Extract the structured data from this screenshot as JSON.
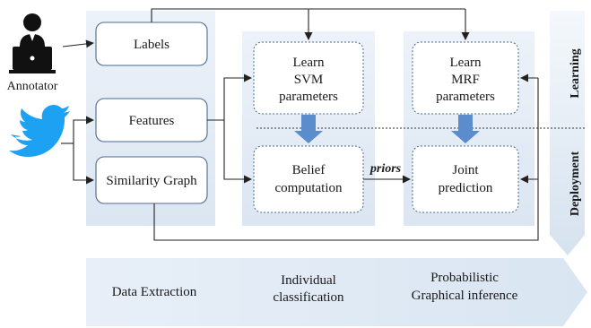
{
  "actors": {
    "annotator_label": "Annotator",
    "annotator_icon": "person-with-laptop-icon",
    "source_icon": "twitter-bird-icon"
  },
  "boxes": {
    "labels": "Labels",
    "features": "Features",
    "similarity_graph": "Similarity Graph",
    "learn_svm": [
      "Learn",
      "SVM",
      "parameters"
    ],
    "belief": [
      "Belief",
      "computation"
    ],
    "learn_mrf": [
      "Learn",
      "MRF",
      "parameters"
    ],
    "joint": [
      "Joint",
      "prediction"
    ]
  },
  "edge_labels": {
    "priors": "priors"
  },
  "phases": {
    "learning": "Learning",
    "deployment": "Deployment"
  },
  "stages": {
    "data_extraction": "Data Extraction",
    "individual": [
      "Individual",
      "classification"
    ],
    "probabilistic": [
      "Probabilistic",
      "Graphical inference"
    ]
  },
  "colors": {
    "panel": "#e3ecf6",
    "box_stroke": "#4a6a8c",
    "arrow": "#222222",
    "block_arrow": "#5b8ccc",
    "twitter": "#1da1f2"
  }
}
